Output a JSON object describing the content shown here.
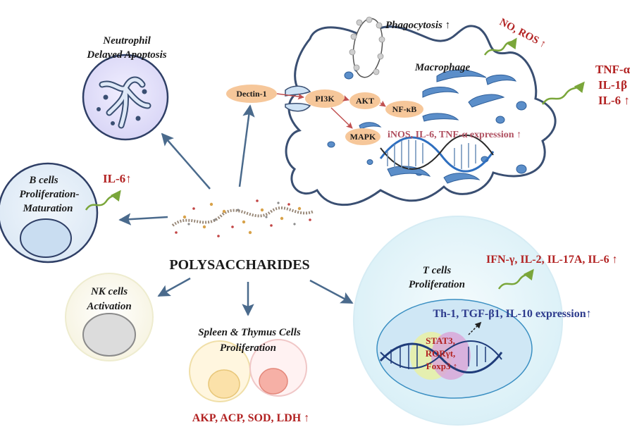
{
  "center": {
    "label": "POLYSACCHARIDES"
  },
  "neutrophil": {
    "line1": "Neutrophil",
    "line2": "Delayed Apoptosis"
  },
  "bcells": {
    "line1": "B cells",
    "line2": "Proliferation-",
    "line3": "Maturation",
    "output": "IL-6↑"
  },
  "nkcells": {
    "line1": "NK cells",
    "line2": "Activation"
  },
  "spleen": {
    "line1": "Spleen & Thymus  Cells",
    "line2": "Proliferation",
    "output": "AKP, ACP, SOD, LDH ↑"
  },
  "tcells": {
    "line1": "T cells",
    "line2": "Proliferation",
    "output": "IFN-γ, IL-2, IL-17A, IL-6 ↑",
    "expression": "Th-1, TGF-β1, IL-10 expression↑",
    "factor1": "STAT3,",
    "factor2": "RORγt,",
    "factor3": "Foxp3 ↑"
  },
  "macrophage": {
    "title": "Macrophage",
    "phagocytosis": "Phagocytosis ↑",
    "no_ros": "NO, ROS ↑",
    "cytokines": [
      "TNF-α",
      "IL-1β",
      "IL-6 ↑"
    ],
    "dectin": "Dectin-1",
    "pi3k": "PI3K",
    "akt": "AKT",
    "nfkb": "NF-κB",
    "mapk": "MAPK",
    "expression": "iNOS, IL-6, TNF-α expression ↑"
  },
  "colors": {
    "red": "#b22222",
    "blue": "#2c3a8c",
    "arrow": "#4a6a8c",
    "pill": "#f6c79a",
    "green": "#7aa63a",
    "organelle": "#5b8ec9"
  }
}
